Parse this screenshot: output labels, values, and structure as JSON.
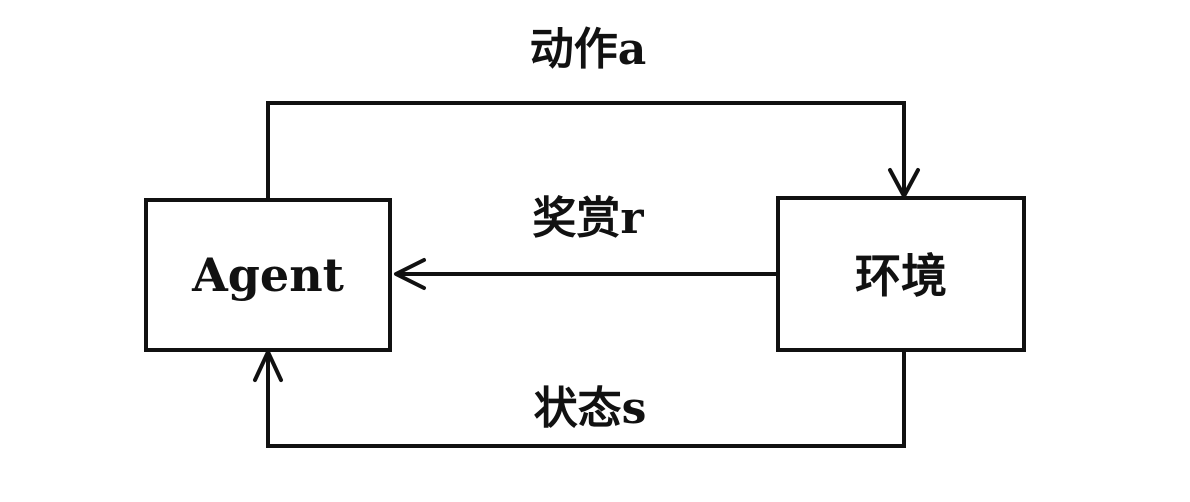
{
  "nodes": {
    "agent": {
      "label": "Agent"
    },
    "environment": {
      "label": "环境"
    }
  },
  "edges": {
    "action": {
      "label": "动作a"
    },
    "reward": {
      "label": "奖赏r"
    },
    "state": {
      "label": "状态s"
    }
  }
}
